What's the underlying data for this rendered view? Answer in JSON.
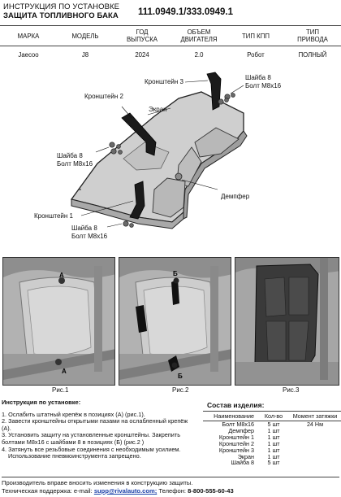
{
  "header": {
    "line1": "ИНСТРУКЦИЯ ПО УСТАНОВКЕ",
    "line2": "ЗАЩИТА ТОПЛИВНОГО БАКА",
    "code": "111.0949.1/333.0949.1"
  },
  "spec_table": {
    "headers": [
      [
        "МАРКА"
      ],
      [
        "МОДЕЛЬ"
      ],
      [
        "ГОД",
        "ВЫПУСКА"
      ],
      [
        "ОБЪЕМ",
        "ДВИГАТЕЛЯ"
      ],
      [
        "ТИП КПП"
      ],
      [
        "ТИП",
        "ПРИВОДА"
      ]
    ],
    "values": [
      "Jaecoo",
      "J8",
      "2024",
      "2.0",
      "Робот",
      "ПОЛНЫЙ"
    ]
  },
  "diagram": {
    "callouts": {
      "bracket3": "Кронштейн 3",
      "washer_top": "Шайба 8",
      "bolt_top": "Болт М8x16",
      "bracket2": "Кронштейн 2",
      "screen": "Экран",
      "washer_left": "Шайба 8",
      "bolt_left": "Болт М8x16",
      "damper": "Демпфер",
      "bracket1": "Кронштейн 1",
      "washer_bottom": "Шайба 8",
      "bolt_bottom": "Болт М8x16"
    }
  },
  "photos": {
    "fig1": "Рис.1",
    "fig2": "Рис.2",
    "fig3": "Рис.3",
    "marker_a": "А",
    "marker_b": "Б"
  },
  "instructions": {
    "title": "Инструкция по установке:",
    "lines": [
      "1. Ослабить штатный крепёж в позициях (А) (рис.1).",
      "2. Завести кронштейны открытыми пазами на ослабленный крепёж",
      "(А).",
      "3. Установить защиту на установленные кронштейны. Закрепить",
      "болтами М8x16 с шайбами 8 в позициях (Б) (рис.2 )",
      "4. Затянуть все резьбовые соединения с необходимым усилием.",
      "   Использование пневмоинструмента запрещено."
    ]
  },
  "parts": {
    "title": "Состав изделия:",
    "col_name": "Наименование",
    "col_qty": "Кол-во",
    "col_torque": "Момент затяжки",
    "rows": [
      {
        "name": "Болт М8x16",
        "qty": "5 шт",
        "torque": "24 Нм"
      },
      {
        "name": "Демпфер",
        "qty": "1 шт",
        "torque": ""
      },
      {
        "name": "Кронштейн 1",
        "qty": "1 шт",
        "torque": ""
      },
      {
        "name": "Кронштейн 2",
        "qty": "1 шт",
        "torque": ""
      },
      {
        "name": "Кронштейн 3",
        "qty": "1 шт",
        "torque": ""
      },
      {
        "name": "Экран",
        "qty": "1 шт",
        "torque": ""
      },
      {
        "name": "Шайба 8",
        "qty": "5 шт",
        "torque": ""
      }
    ]
  },
  "footer": {
    "notice": "Производитель вправе вносить изменения в конструкцию защиты.",
    "support_label": "Техническая поддержка:  e-mail:",
    "email": "supp@rivalauto.com;",
    "phone_label": "Телефон:",
    "phone": "8-800-555-60-43"
  },
  "colors": {
    "plate_fill": "#c9c9c9",
    "plate_stroke": "#222222",
    "bracket_fill": "#1a1a1a",
    "photo_bg": "#b5b5b5"
  }
}
